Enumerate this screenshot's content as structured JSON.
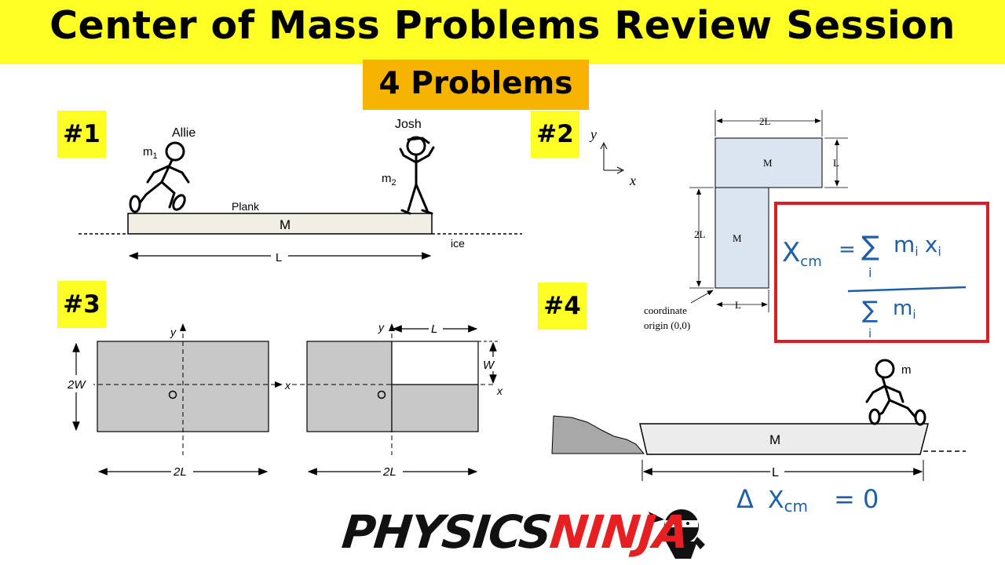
{
  "title": "Center of Mass Problems Review Session",
  "subtitle": "4 Problems",
  "labels": {
    "p1": "#1",
    "p2": "#2",
    "p3": "#3",
    "p4": "#4"
  },
  "problem1": {
    "person_left": "Allie",
    "person_right": "Josh",
    "mass_left": "m",
    "mass_left_sub": "1",
    "mass_right": "m",
    "mass_right_sub": "2",
    "plank_label": "Plank",
    "plank_mass": "M",
    "ice_label": "ice",
    "length_label": "L"
  },
  "problem2": {
    "y_axis": "y",
    "x_axis": "x",
    "top_width": "2L",
    "top_height": "L",
    "top_mass": "M",
    "bottom_height": "2L",
    "bottom_mass": "M",
    "bottom_width": "L",
    "origin_line1": "coordinate",
    "origin_line2": "origin (0,0)"
  },
  "formula": {
    "lhs": "X",
    "lhs_sub": "cm",
    "eq": "=",
    "sum": "∑",
    "sum_index": "i",
    "numerator": "m",
    "numerator_sub1": "i",
    "numerator_x": "x",
    "numerator_sub2": "i",
    "denominator": "m",
    "denominator_sub": "i"
  },
  "problem3": {
    "left": {
      "y_axis": "y",
      "x_axis": "x",
      "origin": "O",
      "height_label": "2W",
      "width_label": "2L"
    },
    "right": {
      "y_axis": "y",
      "x_axis": "x",
      "origin": "O",
      "cut_width_label": "L",
      "cut_height_label": "W",
      "width_label": "2L"
    }
  },
  "problem4": {
    "person_mass": "m",
    "boat_mass": "M",
    "length_label": "L",
    "result_delta": "Δ",
    "result_x": "X",
    "result_sub": "cm",
    "result_rhs": "= 0"
  },
  "brand": {
    "part1": "PHYSICS",
    "part2": "NINJA"
  },
  "colors": {
    "title_bar": "#ffff26",
    "subtitle_box": "#f6b400",
    "label_box": "#ffff26",
    "formula_ink": "#1f5fa6",
    "formula_border": "#d81e1e",
    "brand_red": "#e51f22",
    "shape_fill": "#dbe5f1",
    "rect_fill": "#c8c8c8"
  }
}
